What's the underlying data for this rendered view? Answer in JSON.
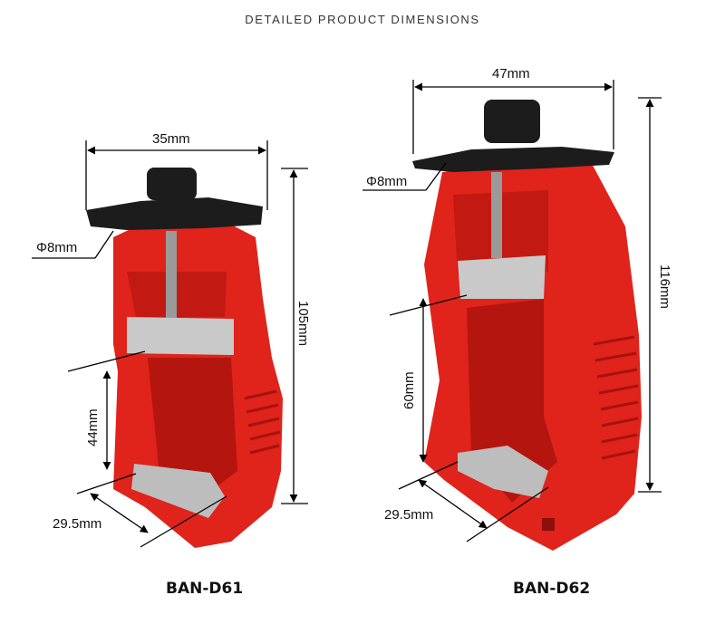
{
  "heading": "DETAILED PRODUCT DIMENSIONS",
  "products": [
    {
      "model": "BAN-D61",
      "width": "35mm",
      "hole": "Φ8mm",
      "height": "105mm",
      "opening": "44mm",
      "depth": "29.5mm"
    },
    {
      "model": "BAN-D62",
      "width": "47mm",
      "hole": "Φ8mm",
      "height": "116mm",
      "opening": "60mm",
      "depth": "29.5mm"
    }
  ],
  "colors": {
    "body": "#e0231b",
    "body_shade": "#b5150f",
    "knob": "#1c1c1c",
    "metal": "#c9c9c9",
    "line": "#000000"
  },
  "icons": [
    "breaker-lockout-device-image"
  ]
}
